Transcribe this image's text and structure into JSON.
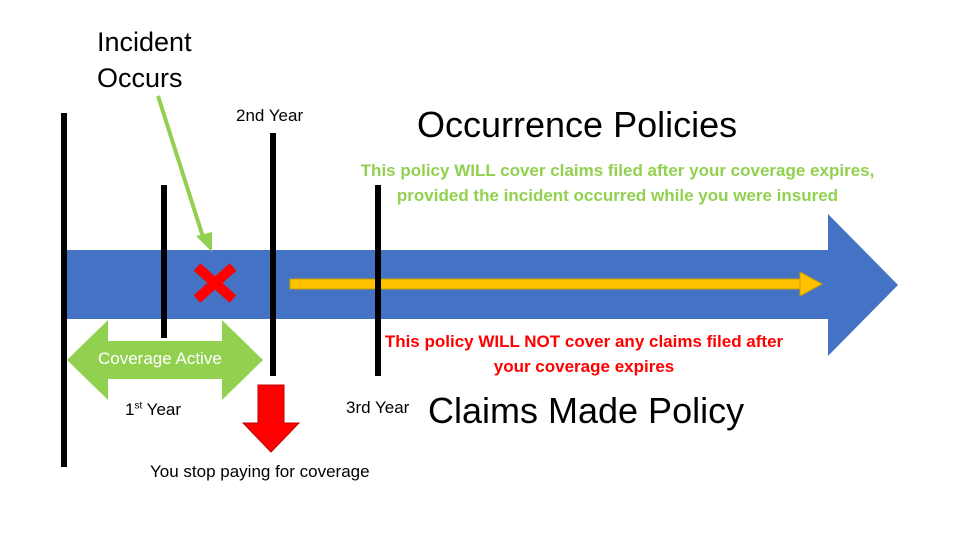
{
  "labels": {
    "incident": "Incident\nOccurs",
    "second_year": "2nd Year",
    "first_year_num": "1",
    "first_year_sup": "st",
    "first_year_word": " Year",
    "third_year": "3rd Year",
    "occurrence_title": "Occurrence Policies",
    "occurrence_note": "This policy WILL cover claims filed after your coverage expires, provided the incident occurred while you were insured",
    "claims_title": "Claims Made Policy",
    "claims_note": "This policy WILL NOT cover any claims filed after your coverage expires",
    "coverage_active": "Coverage Active",
    "stop_paying": "You stop paying for coverage"
  },
  "colors": {
    "timeline_blue": "#4472c4",
    "green": "#92d050",
    "red": "#ff0000",
    "orange": "#ffc000",
    "black": "#000000"
  },
  "icons": {
    "incident_marker": "x-mark-icon",
    "stop_arrow": "down-arrow-icon",
    "pointer": "pointer-arrow-icon"
  }
}
